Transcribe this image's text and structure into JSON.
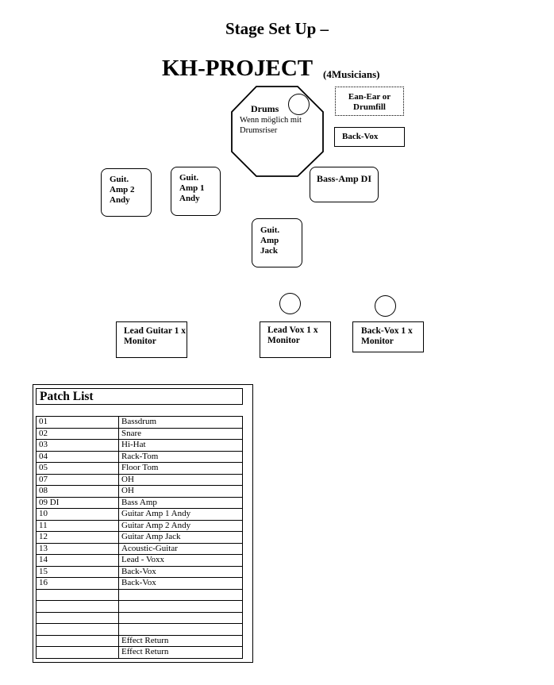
{
  "header": {
    "title": "Stage Set Up –",
    "project": "KH-PROJECT",
    "project_sub": "(4Musicians)"
  },
  "stage": {
    "drums_label": "Drums",
    "drums_note": "Wenn möglich mit Drumsriser",
    "inear_label": "Ean-Ear or Drumfill",
    "backvox_top_label": "Back-Vox",
    "bass_amp_label": "Bass-Amp DI",
    "guit_amp2_label": "Guit. Amp 2 Andy",
    "guit_amp1_label": "Guit. Amp 1 Andy",
    "guit_amp_jack_label": "Guit. Amp Jack",
    "lead_guitar_monitor_label": "Lead Guitar 1 x Monitor",
    "lead_vox_monitor_label": "Lead Vox 1 x Monitor",
    "backvox_monitor_label": "Back-Vox 1 x Monitor"
  },
  "patch_list": {
    "title": "Patch List",
    "rows": [
      {
        "ch": "01",
        "name": "Bassdrum"
      },
      {
        "ch": "02",
        "name": "Snare"
      },
      {
        "ch": "03",
        "name": "Hi-Hat"
      },
      {
        "ch": "04",
        "name": "Rack-Tom"
      },
      {
        "ch": "05",
        "name": "Floor Tom"
      },
      {
        "ch": "07",
        "name": "OH"
      },
      {
        "ch": "08",
        "name": "OH"
      },
      {
        "ch": "09 DI",
        "name": "Bass Amp"
      },
      {
        "ch": "10",
        "name": "Guitar Amp 1 Andy"
      },
      {
        "ch": "11",
        "name": "Guitar Amp 2 Andy"
      },
      {
        "ch": "12",
        "name": "Guitar Amp Jack"
      },
      {
        "ch": "13",
        "name": "Acoustic-Guitar"
      },
      {
        "ch": "14",
        "name": "Lead - Voxx"
      },
      {
        "ch": "15",
        "name": "Back-Vox"
      },
      {
        "ch": "16",
        "name": "Back-Vox"
      },
      {
        "ch": "",
        "name": ""
      },
      {
        "ch": "",
        "name": ""
      },
      {
        "ch": "",
        "name": ""
      },
      {
        "ch": "",
        "name": ""
      },
      {
        "ch": "",
        "name": "Effect Return"
      },
      {
        "ch": "",
        "name": "Effect Return"
      }
    ]
  }
}
